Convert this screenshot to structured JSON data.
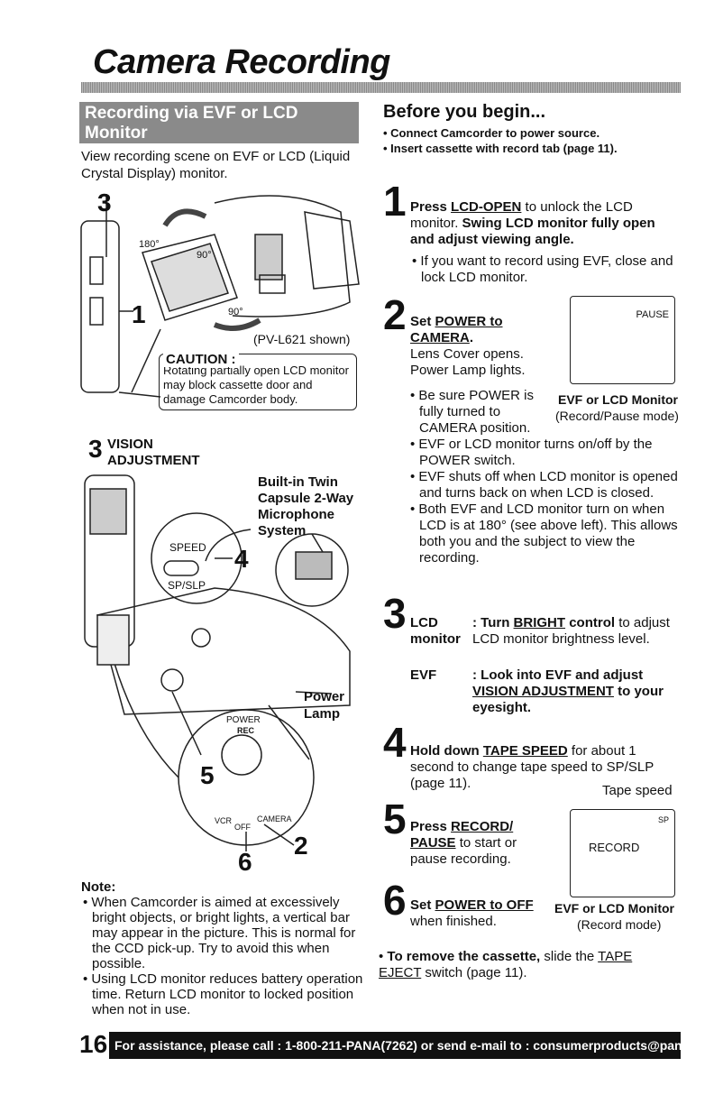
{
  "page": {
    "title": "Camera Recording",
    "page_number": "16",
    "footer": "For assistance, please call : 1-800-211-PANA(7262) or send e-mail to : consumerproducts@panasonic.com"
  },
  "left": {
    "section_title": "Recording via EVF or LCD Monitor",
    "intro": "View recording scene on EVF or LCD (Liquid Crystal Display) monitor.",
    "fig1": {
      "num_3": "3",
      "num_1": "1",
      "angle_180": "180°",
      "angle_90a": "90°",
      "angle_90b": "90°",
      "model_note": "(PV-L621 shown)"
    },
    "caution": {
      "title": "CAUTION :",
      "text": "Rotating partially open LCD monitor may block cassette door and damage Camcorder body."
    },
    "fig2": {
      "vision_num": "3",
      "vision_line1": "VISION",
      "vision_line2": "ADJUSTMENT",
      "mic_line1": "Built-in Twin",
      "mic_line2": "Capsule 2-Way",
      "mic_line3": "Microphone",
      "mic_line4": "System",
      "speed": "SPEED",
      "spslp": "SP/SLP",
      "num_4": "4",
      "power_lamp1": "Power",
      "power_lamp2": "Lamp",
      "power": "POWER",
      "rec": "REC",
      "num_5": "5",
      "vcr": "VCR",
      "off": "OFF",
      "camera": "CAMERA",
      "num_6": "6",
      "num_2": "2"
    },
    "note": {
      "title": "Note:",
      "items": [
        "When Camcorder is aimed at excessively bright objects, or bright lights, a vertical bar may appear in the picture. This is normal for the CCD pick-up. Try to avoid this when possible.",
        "Using LCD monitor reduces battery operation time. Return LCD monitor to locked position when not in use."
      ]
    }
  },
  "right": {
    "before_title": "Before you begin...",
    "before_items": [
      "Connect Camcorder to power source.",
      "Insert cassette with record tab (page 11)."
    ],
    "step1": {
      "num": "1",
      "a": "Press ",
      "b": "LCD-OPEN",
      "c": " to unlock the LCD monitor. ",
      "d": "Swing LCD monitor fully open and adjust viewing angle.",
      "bullet": "If you want to record using EVF, close and lock LCD monitor."
    },
    "step2": {
      "num": "2",
      "a": "Set ",
      "b": "POWER to CAMERA",
      "c": ".",
      "line2": "Lens Cover opens.",
      "line3": "Power Lamp lights.",
      "bullets": [
        "Be sure POWER is fully turned to CAMERA position.",
        "EVF or LCD monitor turns on/off by the POWER switch.",
        "EVF shuts off when LCD monitor is opened and turns back on when LCD is closed.",
        "Both EVF and LCD monitor turn on when LCD is at 180° (see above left). This allows both you and the subject to view the recording."
      ],
      "screen_text": "PAUSE",
      "screen_caption1": "EVF or LCD Monitor",
      "screen_caption2": "(Record/Pause mode)"
    },
    "step3": {
      "num": "3",
      "lcd_label1": "LCD",
      "lcd_label2": "monitor",
      "lcd_a": ": Turn ",
      "lcd_b": "BRIGHT",
      "lcd_c": " control",
      "lcd_d": " to adjust LCD monitor brightness level.",
      "evf_label": "EVF",
      "evf_a": ": Look into EVF and adjust ",
      "evf_b": "VISION ADJUSTMENT",
      "evf_c": " to your eyesight."
    },
    "step4": {
      "num": "4",
      "a": "Hold down ",
      "b": "TAPE SPEED",
      "c": " for about 1 second to change tape speed to SP/SLP (page 11).",
      "tape_speed": "Tape speed"
    },
    "step5": {
      "num": "5",
      "a": "Press ",
      "b": "RECORD/ PAUSE",
      "c": " to start or pause recording.",
      "screen_sp": "SP",
      "screen_text": "RECORD"
    },
    "step6": {
      "num": "6",
      "a": "Set ",
      "b": "POWER to OFF",
      "c": " when finished.",
      "screen_caption1": "EVF or LCD Monitor",
      "screen_caption2": "(Record mode)"
    },
    "remove": {
      "a": "To remove the cassette,",
      "b": " slide the ",
      "c": "TAPE EJECT",
      "d": " switch (page 11)."
    }
  }
}
